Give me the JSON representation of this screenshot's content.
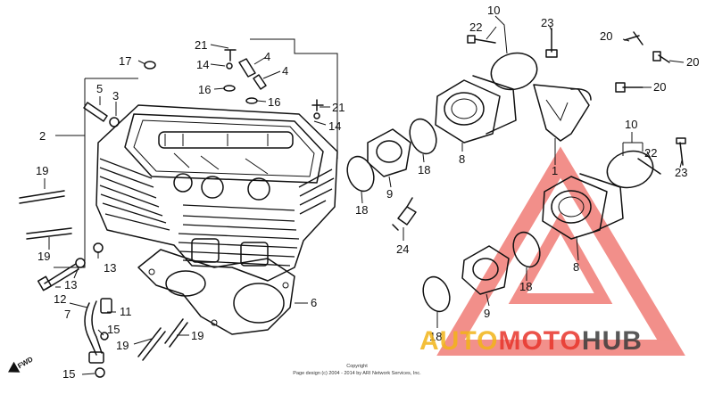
{
  "diagram": {
    "labels": {
      "l1": "1",
      "l2": "2",
      "l3": "3",
      "l4a": "4",
      "l4b": "4",
      "l5": "5",
      "l6": "6",
      "l7": "7",
      "l8a": "8",
      "l8b": "8",
      "l9a": "9",
      "l9b": "9",
      "l10a": "10",
      "l10b": "10",
      "l11": "11",
      "l12": "12",
      "l13a": "13",
      "l13b": "13",
      "l14a": "14",
      "l14b": "14",
      "l15a": "15",
      "l15b": "15",
      "l16a": "16",
      "l16b": "16",
      "l17": "17",
      "l18a": "18",
      "l18b": "18",
      "l18c": "18",
      "l18d": "18",
      "l19a": "19",
      "l19b": "19",
      "l19c": "19",
      "l19d": "19",
      "l20a": "20",
      "l20b": "20",
      "l20c": "20",
      "l21a": "21",
      "l21b": "21",
      "l22a": "22",
      "l22b": "22",
      "l23a": "23",
      "l23b": "23",
      "l24": "24"
    },
    "fwd_label": "FWD",
    "copyright_line1": "Copyright",
    "copyright_line2": "Page design (c) 2004 - 2014 by ARI Network Services, Inc."
  },
  "watermark": {
    "word1": "AUTO",
    "word2": "MOTO",
    "word3": "HUB",
    "color_primary": "#e8352b",
    "color_secondary": "#f2b418",
    "color_dark": "#3c3c3c"
  }
}
